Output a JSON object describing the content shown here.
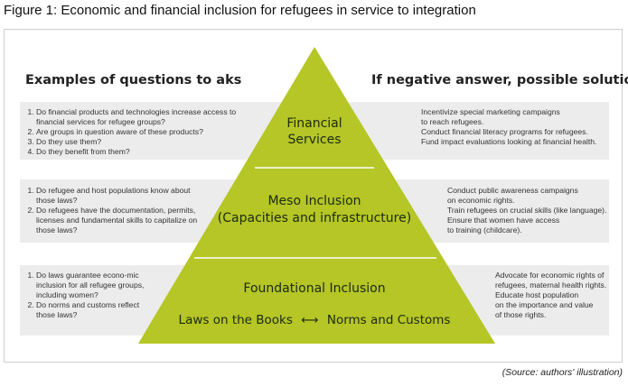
{
  "figure_caption": "Figure 1: Economic and financial inclusion for refugees in service to integration",
  "left_heading": "Examples of questions to aks",
  "right_heading": "If negative answer, possible solution",
  "colors": {
    "pyramid_fill": "#b5c626",
    "band_fill": "#ececec",
    "divider": "#ffffff"
  },
  "tiers": {
    "top": {
      "title_line1": "Financial",
      "title_line2": "Services",
      "questions": [
        "Do financial products and technologies increase access to financial services for refugee groups?",
        "Are groups in question aware of these products?",
        "Do they use them?",
        "Do they benefit from them?"
      ],
      "solutions": [
        "Incentivize special marketing campaigns",
        "to reach refugees.",
        "Conduct financial literacy programs for refugees.",
        "Fund impact evaluations looking at financial health."
      ]
    },
    "middle": {
      "title_line1": "Meso Inclusion",
      "title_line2": "(Capacities and infrastructure)",
      "questions": [
        "Do refugee and host populations know about those laws?",
        "Do refugees have the documentation, permits, licenses and fundamental skills to capitalize on those laws?"
      ],
      "solutions": [
        "Conduct public awareness campaigns",
        "on economic rights.",
        "Train refugees on crucial skills (like language).",
        "Ensure that women have access",
        "to training (childcare)."
      ]
    },
    "bottom": {
      "title": "Foundational Inclusion",
      "left_label": "Laws on the Books",
      "arrow_symbol": "⟷",
      "right_label": "Norms and Customs",
      "questions": [
        "Do laws guarantee econo-mic inclusion for all refugee groups, including women?",
        "Do norms and customs reflect those laws?"
      ],
      "solutions": [
        "Advocate for economic rights of",
        "refugees, maternal health rights.",
        "Educate host population",
        "on the importance and value",
        "of those rights."
      ]
    }
  },
  "source_note": "(Source: authors' illustration)"
}
